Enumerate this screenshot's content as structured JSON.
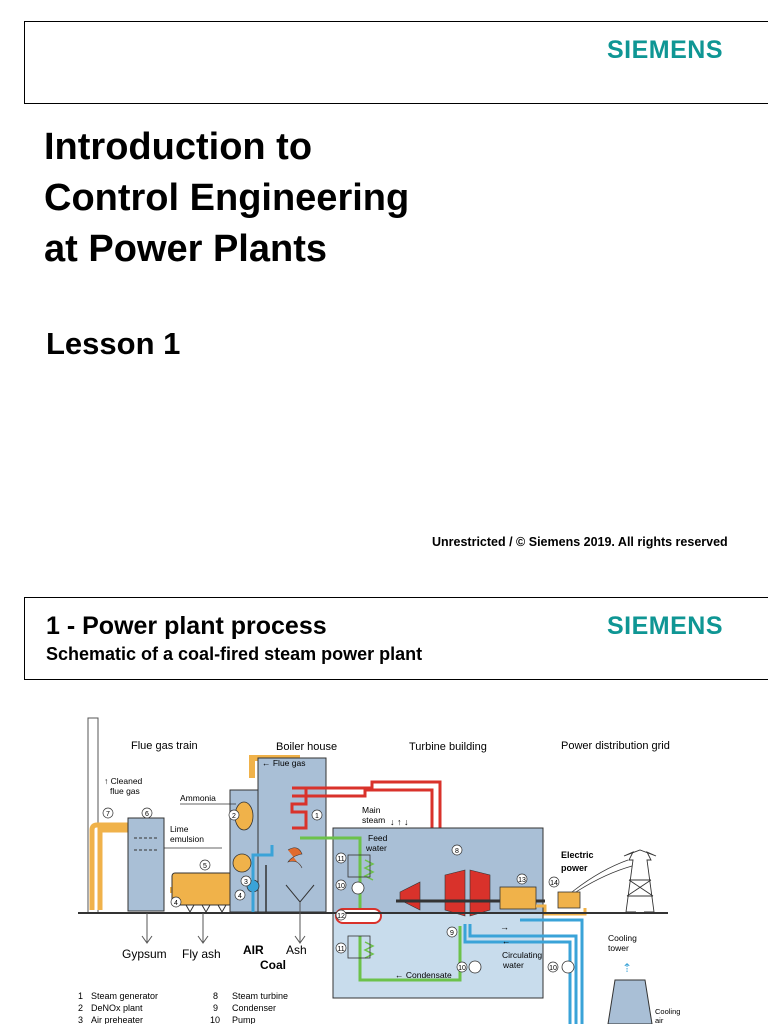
{
  "brand": {
    "logo_text": "SIEMENS",
    "color": "#0f9694"
  },
  "slide1": {
    "title_lines": [
      "Introduction to",
      "Control Engineering",
      "at Power Plants"
    ],
    "lesson": "Lesson 1",
    "copyright": "Unrestricted / © Siemens 2019. All rights reserved"
  },
  "slide2": {
    "title": "1 - Power plant process",
    "subtitle": "Schematic of a coal-fired steam power plant"
  },
  "diagram": {
    "sections": {
      "flue_gas_train": "Flue gas train",
      "boiler_house": "Boiler house",
      "turbine_building": "Turbine building",
      "power_grid": "Power distribution grid"
    },
    "labels": {
      "cleaned_flue_gas_1": "↑ Cleaned",
      "cleaned_flue_gas_2": "flue gas",
      "flue_gas": "← Flue gas",
      "ammonia": "Ammonia",
      "lime_1": "Lime",
      "lime_2": "emulsion",
      "main_steam_1": "Main",
      "main_steam_2": "steam",
      "feed_water_1": "Feed",
      "feed_water_2": "water",
      "electric_power_1": "Electric",
      "electric_power_2": "power",
      "gypsum": "Gypsum",
      "fly_ash": "Fly ash",
      "air": "AIR",
      "coal": "Coal",
      "ash": "Ash",
      "circulating_1": "←",
      "circulating_2": "Circulating",
      "circulating_3": "water",
      "condensate": "← Condensate",
      "cooling_tower_1": "Cooling",
      "cooling_tower_2": "tower",
      "cooling_air_1": "Cooling",
      "cooling_air_2": "air"
    },
    "numbers": [
      "1",
      "2",
      "3",
      "4",
      "5",
      "6",
      "7",
      "8",
      "9",
      "10",
      "11",
      "12",
      "13",
      "14"
    ],
    "legend": [
      {
        "num": "1",
        "text": "Steam generator"
      },
      {
        "num": "2",
        "text": "DeNOx plant"
      },
      {
        "num": "3",
        "text": "Air preheater"
      },
      {
        "num": "8",
        "text": "Steam turbine"
      },
      {
        "num": "9",
        "text": "Condenser"
      },
      {
        "num": "10",
        "text": "Pump"
      }
    ],
    "colors": {
      "steam": "#d9322b",
      "feedwater": "#6cc24a",
      "cooling_water": "#3aa3d8",
      "building": "#a9bfd6",
      "condenser_area": "#c8dcec",
      "flue_gas_duct": "#f0b24a"
    }
  }
}
